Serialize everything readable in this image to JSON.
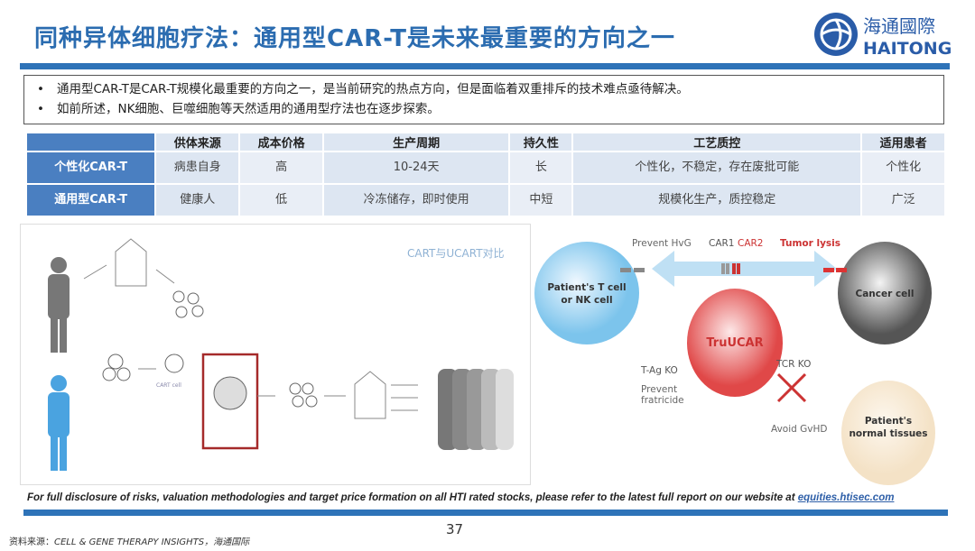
{
  "title": "同种异体细胞疗法：通用型CAR-T是未来最重要的方向之一",
  "logo": {
    "cn": "海通國際",
    "en": "HAITONG"
  },
  "bullets": [
    "通用型CAR-T是CAR-T规模化最重要的方向之一，是当前研究的热点方向，但是面临着双重排斥的技术难点亟待解决。",
    "如前所述，NK细胞、巨噬细胞等天然适用的通用型疗法也在逐步探索。"
  ],
  "table": {
    "headers": [
      "",
      "供体来源",
      "成本价格",
      "生产周期",
      "持久性",
      "工艺质控",
      "适用患者"
    ],
    "rows": [
      [
        "个性化CAR-T",
        "病患自身",
        "高",
        "10-24天",
        "长",
        "个性化，不稳定，存在废批可能",
        "个性化"
      ],
      [
        "通用型CAR-T",
        "健康人",
        "低",
        "冷冻储存，即时使用",
        "中短",
        "规模化生产，质控稳定",
        "广泛"
      ]
    ]
  },
  "left_diagram": {
    "caption": "CART与UCART对比",
    "cart_cell": "CART cell"
  },
  "right_diagram": {
    "prevent_hvg": "Prevent HvG",
    "car1": "CAR1",
    "car2": "CAR2",
    "tumor_lysis": "Tumor lysis",
    "patient_t_cell": [
      "Patient's T cell",
      "or NK cell"
    ],
    "cancer_cell": "Cancer cell",
    "trucar": "TruUCAR",
    "tag_ko": "T-Ag KO",
    "prevent_fratricide": [
      "Prevent",
      "fratricide"
    ],
    "tcr_ko": "TCR KO",
    "avoid_gvhd": "Avoid GvHD",
    "normal_tissues": [
      "Patient's",
      "normal tissues"
    ]
  },
  "disclaimer": {
    "text": "For full disclosure of risks, valuation methodologies and target price formation on all HTI rated stocks, please refer to the latest full report on our website at ",
    "link": "equities.htisec.com"
  },
  "page_number": "37",
  "source": {
    "label": "资料来源：",
    "refs": "CELL & GENE THERAPY INSIGHTS，海通国际"
  }
}
